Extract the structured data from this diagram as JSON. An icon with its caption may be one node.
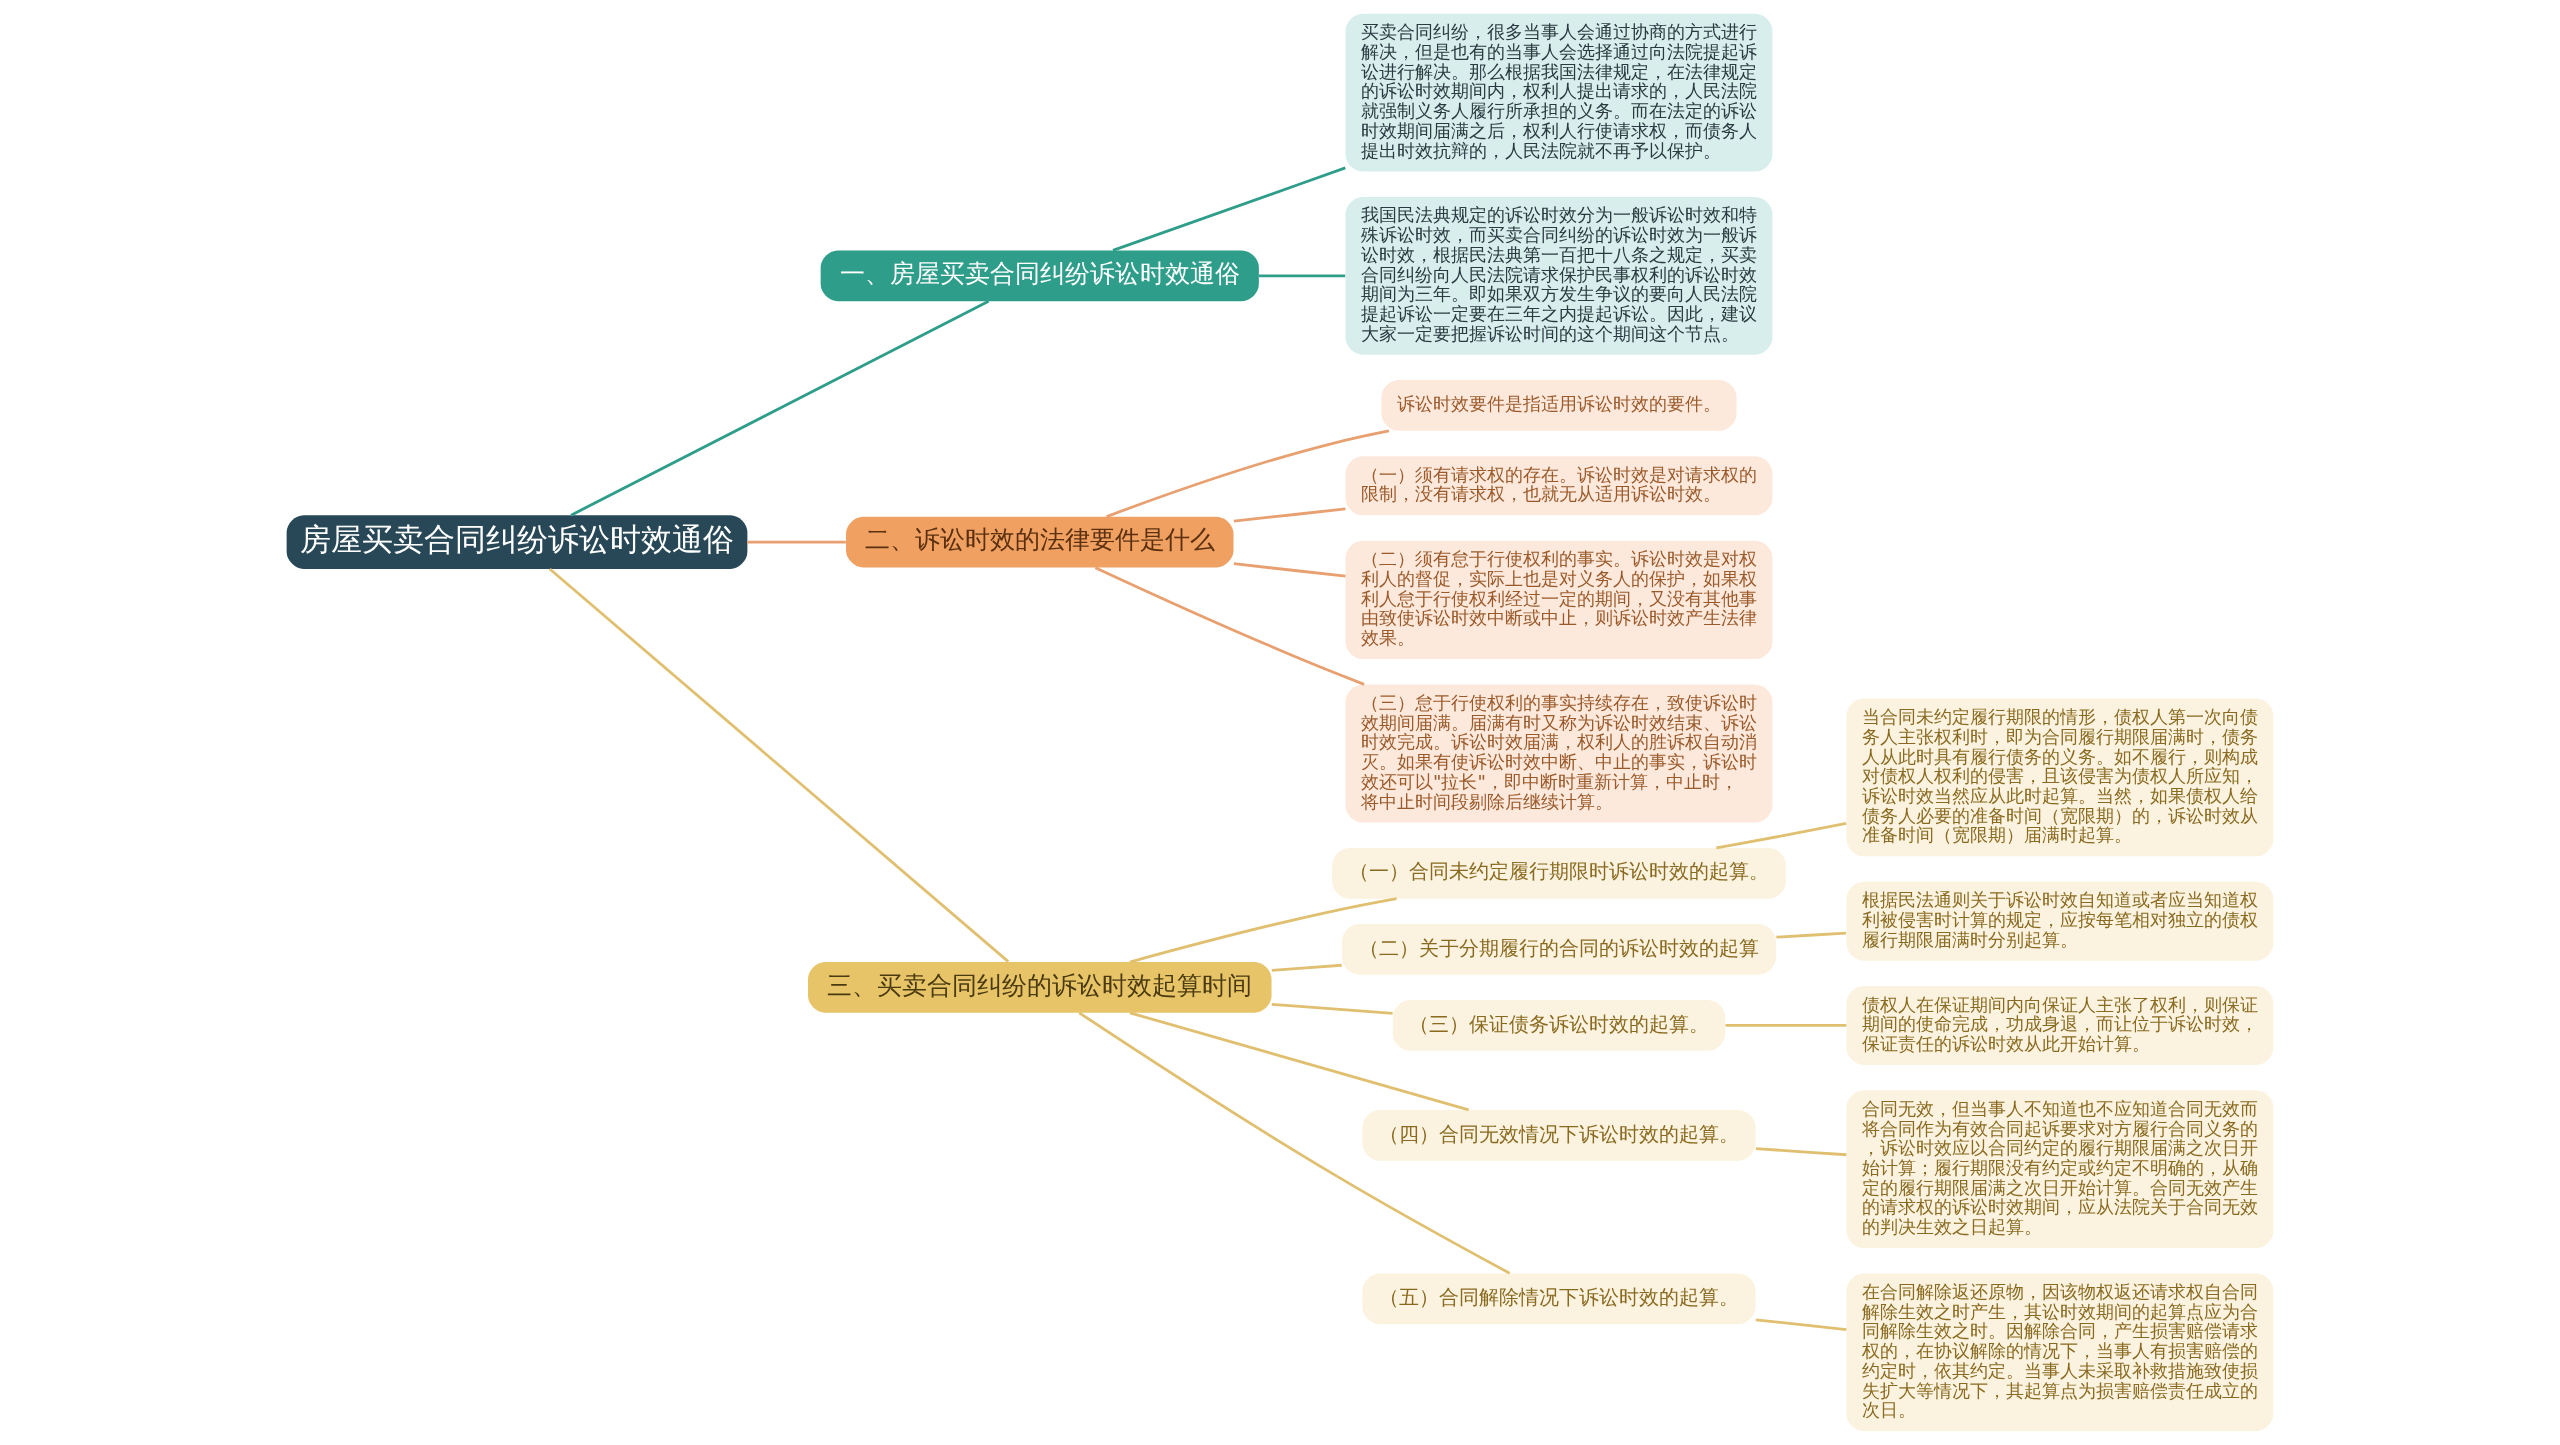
{
  "diagram": {
    "nodes": [
      {
        "text": [
          "房屋买卖合同纠纷诉讼时效通俗"
        ]
      },
      {
        "text": [
          "一、房屋买卖合同纠纷诉讼时效通俗"
        ]
      },
      {
        "text": [
          "买卖合同纠纷，很多当事人会通过协商的方式进行解决，但是也有的当事人会选择通过向法院提起诉讼进行解决。那么根据我国法律规定，在法律规定的诉讼时效期间内，权利人提出请求的，人民法院就强制义务人履行所承担的义务。而在法定的诉讼时效期间届满之后，权利人行使请求权，而债务人提出时效抗辩的，人民法院就不再予以保护。"
        ]
      },
      {
        "text": [
          "我国民法典规定的诉讼时效分为一般诉讼时效和特殊诉讼时效，而买卖合同纠纷的诉讼时效为一般诉讼时效，根据民法典第一百把十八条之规定，买卖合同纠纷向人民法院请求保护民事权利的诉讼时效期间为三年。即如果双方发生争议的要向人民法院提起诉讼一定要在三年之内提起诉讼。因此，建议大家一定要把握诉讼时间的这个期间这个节点。"
        ]
      },
      {
        "text": [
          "二、诉讼时效的法律要件是什么"
        ]
      },
      {
        "text": [
          "诉讼时效要件是指适用诉讼时效的要件。"
        ]
      },
      {
        "text": [
          "（一）须有请求权的存在。诉讼时效是对请求权的限制，没有请求权，也就无从适用诉讼时效。"
        ]
      },
      {
        "text": [
          "（二）须有怠于行使权利的事实。诉讼时效是对权利人的督促，实际上也是对义务人的保护，如果权利人怠于行使权利经过一定的期间，又没有其他事由致使诉讼时效中断或中止，则诉讼时效产生法律效果。"
        ]
      },
      {
        "text": [
          "（三）怠于行使权利的事实持续存在，致使诉讼时效期间届满。届满有时又称为诉讼时效结束、诉讼时效完成。诉讼时效届满，权利人的胜诉权自动消灭。如果有使诉讼时效中断、中止的事实，诉讼时效还可以\"拉长\"，即中断时重新计算，中止时，将中止时间段剔除后继续计算。"
        ]
      },
      {
        "text": [
          "三、买卖合同纠纷的诉讼时效起算时间"
        ]
      },
      {
        "text": [
          "（一）合同未约定履行期限时诉讼时效的起算。"
        ]
      },
      {
        "text": [
          "当合同未约定履行期限的情形，债权人第一次向债务人主张权利时，即为合同履行期限届满时，债务人从此时具有履行债务的义务。如不履行，则构成对债权人权利的侵害，且该侵害为债权人所应知，诉讼时效当然应从此时起算。当然，如果债权人给债务人必要的准备时间（宽限期）的，诉讼时效从准备时间（宽限期）届满时起算。"
        ]
      },
      {
        "text": [
          "（二）关于分期履行的合同的诉讼时效的起算"
        ]
      },
      {
        "text": [
          "根据民法通则关于诉讼时效自知道或者应当知道权利被侵害时计算的规定，应按每笔相对独立的债权履行期限届满时分别起算。"
        ]
      },
      {
        "text": [
          "（三）保证债务诉讼时效的起算。"
        ]
      },
      {
        "text": [
          "债权人在保证期间内向保证人主张了权利，则保证期间的使命完成，功成身退，而让位于诉讼时效，保证责任的诉讼时效从此开始计算。"
        ]
      },
      {
        "text": [
          "（四）合同无效情况下诉讼时效的起算。"
        ]
      },
      {
        "text": [
          "合同无效，但当事人不知道也不应知道合同无效而将合同作为有效合同起诉要求对方履行合同义务的，诉讼时效应以合同约定的履行期限届满之次日开始计算；履行期限没有约定或约定不明确的，从确定的履行期限届满之次日开始计算。合同无效产生的请求权的诉讼时效期间，应从法院关于合同无效的判决生效之日起算。"
        ]
      },
      {
        "text": [
          "（五）合同解除情况下诉讼时效的起算。"
        ]
      },
      {
        "text": [
          "在合同解除返还原物，因该物权返还请求权自合同解除生效之时产生，其讼时效期间的起算点应为合同解除生效之时。因解除合同，产生损害赔偿请求权的，在协议解除的情况下，当事人有损害赔偿的约定时，依其约定。当事人未采取补救措施致使损失扩大等情况下，其起算点为损害赔偿责任成立的次日。"
        ]
      }
    ],
    "edges": [
      {
        "from": 0,
        "to": 1,
        "arrow": "none",
        "color": "#2e9e8a"
      },
      {
        "from": 1,
        "to": 2,
        "arrow": "none",
        "color": "#2e9e8a"
      },
      {
        "from": 1,
        "to": 3,
        "arrow": "none",
        "color": "#2e9e8a"
      },
      {
        "from": 0,
        "to": 4,
        "arrow": "none",
        "color": "#e8a070"
      },
      {
        "from": 4,
        "to": 5,
        "arrow": "none",
        "color": "#e8a070"
      },
      {
        "from": 4,
        "to": 6,
        "arrow": "none",
        "color": "#e8a070"
      },
      {
        "from": 4,
        "to": 7,
        "arrow": "none",
        "color": "#e8a070"
      },
      {
        "from": 4,
        "to": 8,
        "arrow": "none",
        "color": "#e8a070"
      },
      {
        "from": 0,
        "to": 9,
        "arrow": "none"
      },
      {
        "from": 9,
        "to": 10,
        "arrow": "none"
      },
      {
        "from": 10,
        "to": 11,
        "arrow": "none"
      },
      {
        "from": 9,
        "to": 12,
        "arrow": "none"
      },
      {
        "from": 12,
        "to": 13,
        "arrow": "none"
      },
      {
        "from": 9,
        "to": 14,
        "arrow": "none"
      },
      {
        "from": 14,
        "to": 15,
        "arrow": "none"
      },
      {
        "from": 9,
        "to": 16,
        "arrow": "none"
      },
      {
        "from": 16,
        "to": 17,
        "arrow": "none"
      },
      {
        "from": 9,
        "to": 18,
        "arrow": "none"
      },
      {
        "from": 18,
        "to": 19,
        "arrow": "none"
      }
    ]
  }
}
